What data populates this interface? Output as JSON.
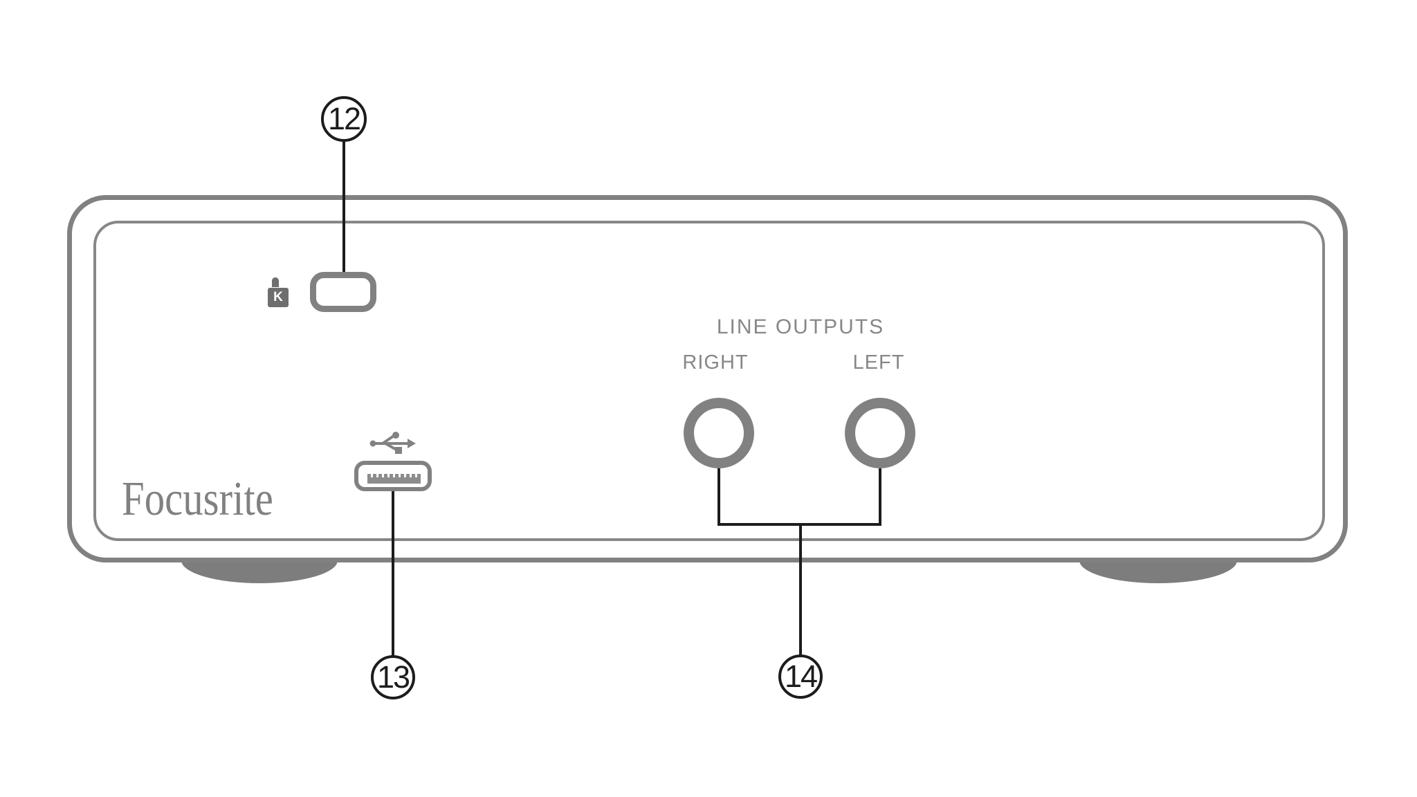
{
  "diagram": {
    "brand": "Focusrite",
    "kensington_letter": "K",
    "labels": {
      "line_outputs": "LINE OUTPUTS",
      "right": "RIGHT",
      "left": "LEFT"
    },
    "callouts": [
      {
        "number": "12"
      },
      {
        "number": "13"
      },
      {
        "number": "14"
      }
    ],
    "icons": {
      "kensington_lock": "padlock-with-K",
      "usb": "usb-trident"
    },
    "colors": {
      "panel_gray": "#818181",
      "inner_gray": "#878787",
      "annotation_black": "#1c1c1c",
      "label_gray": "#878787",
      "lock_gray": "#6e6e6e",
      "foot_gray": "#7d7d7d"
    }
  }
}
